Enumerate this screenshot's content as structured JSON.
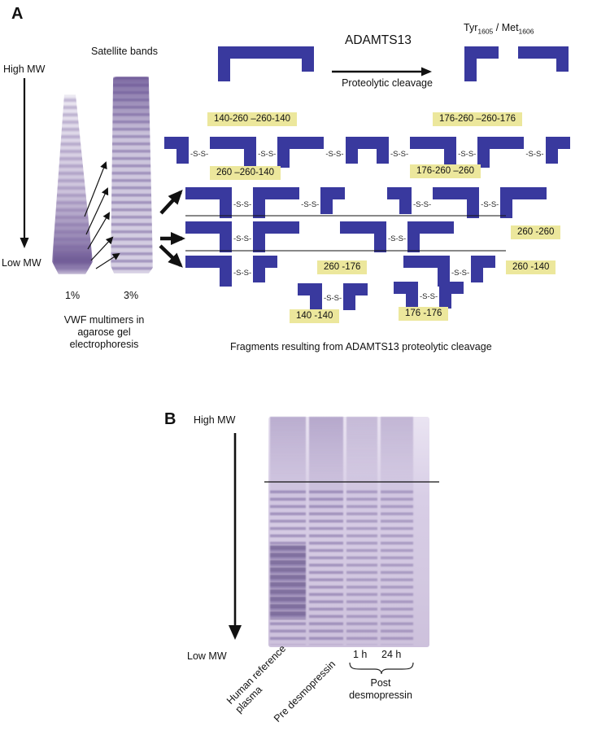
{
  "panelA": {
    "label": "A",
    "axis": {
      "high": "High MW",
      "low": "Low MW"
    },
    "satellite": "Satellite bands",
    "lane1_pct": "1%",
    "lane2_pct": "3%",
    "gel_caption": "VWF multimers in agarose gel electrophoresis",
    "adamts13": "ADAMTS13",
    "cleavage": "Proteolytic cleavage",
    "cleavage_site": {
      "p1": "Tyr",
      "s1": "1605",
      "p2": " / Met",
      "s2": "1606"
    },
    "ss": "-S-S-",
    "frag_labels": {
      "r1a": "140-260 –260-140",
      "r1b": "176-260 –260-176",
      "r2a": "260 –260-140",
      "r2b": "176-260 –260",
      "r3": "260 -260",
      "r4a": "260 -176",
      "r4b": "260 -140",
      "r5a": "140 -140",
      "r5b": "176 -176"
    },
    "caption": "Fragments resulting from ADAMTS13 proteolytic cleavage"
  },
  "panelB": {
    "label": "B",
    "axis": {
      "high": "High MW",
      "low": "Low MW"
    },
    "lane_labels": [
      "Human reference plasma",
      "Pre desmopressin",
      "1 h",
      "24 h"
    ],
    "post_group": "Post desmopressin"
  },
  "colors": {
    "fragment_blue": "#39399e",
    "label_yellow": "#ece79c",
    "gel_purple": "#8a77b3"
  }
}
